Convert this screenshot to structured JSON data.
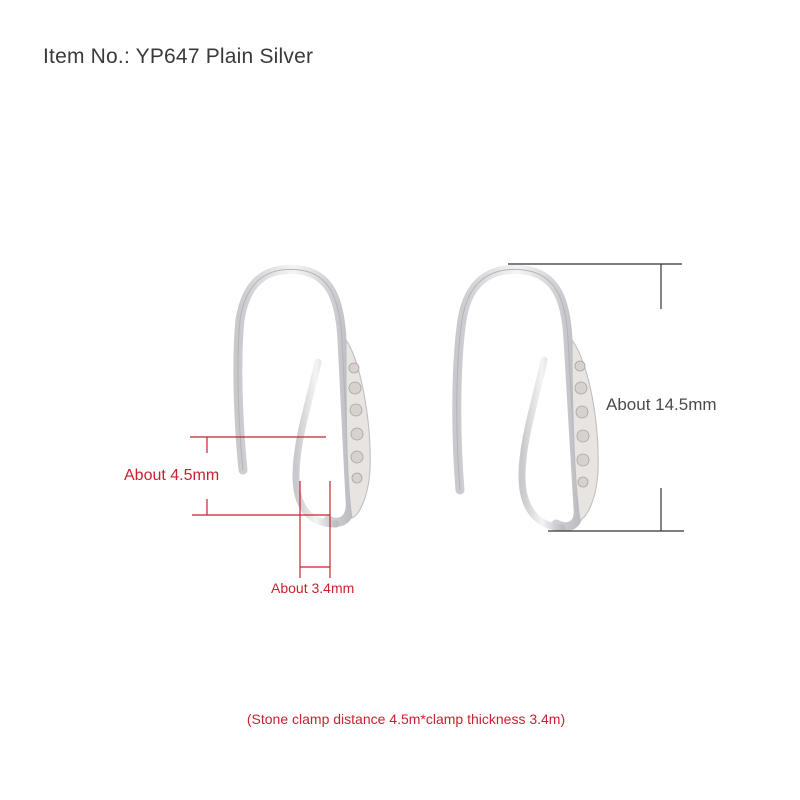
{
  "header": {
    "title": "Item No.: YP647 Plain Silver"
  },
  "dimensions": {
    "stone_clamp_distance": "About 4.5mm",
    "clamp_thickness": "About 3.4mm",
    "overall_height": "About 14.5mm"
  },
  "footnote": "(Stone clamp distance 4.5m*clamp thickness 3.4m)",
  "colors": {
    "dimension_red": "#c8222e",
    "dimension_gray": "#333333",
    "silver": "#d9d9dc"
  }
}
